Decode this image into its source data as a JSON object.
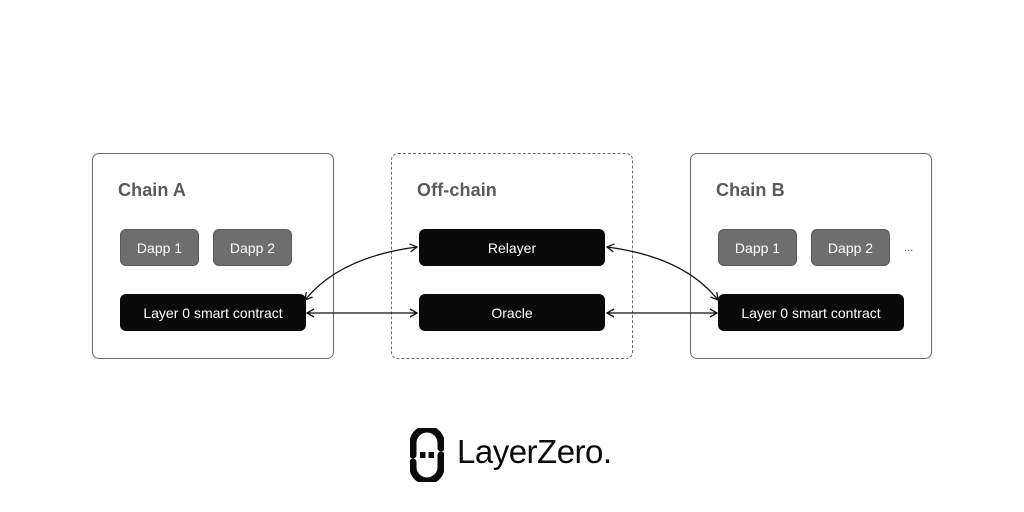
{
  "chain_a": {
    "title": "Chain A",
    "dapps": [
      "Dapp 1",
      "Dapp 2"
    ],
    "contract": "Layer 0 smart contract"
  },
  "offchain": {
    "title": "Off-chain",
    "relayer": "Relayer",
    "oracle": "Oracle"
  },
  "chain_b": {
    "title": "Chain B",
    "dapps": [
      "Dapp 1",
      "Dapp 2"
    ],
    "more": "...",
    "contract": "Layer 0 smart contract"
  },
  "brand": {
    "name": "LayerZero."
  },
  "colors": {
    "panel_border": "#6b6b6b",
    "dapp": "#6e6e6e",
    "block": "#0a0a0a"
  }
}
